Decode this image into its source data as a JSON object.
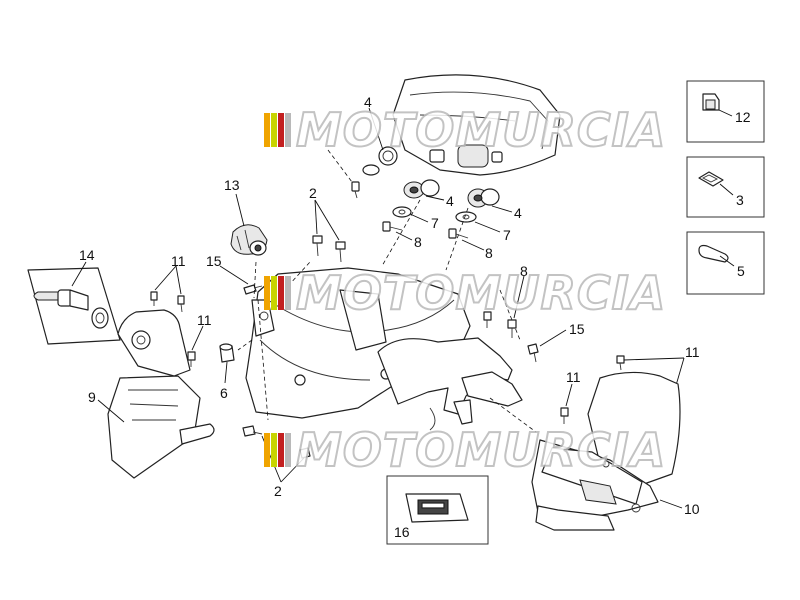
{
  "watermark": {
    "text": "MOTOMURCIA",
    "colors": [
      "#f0a400",
      "#c8d400",
      "#c21f1f",
      "#b9b9b9"
    ]
  },
  "callouts": {
    "n1": "4",
    "n2": "4",
    "n3": "4",
    "n4": "7",
    "n5": "7",
    "n6": "8",
    "n7": "8",
    "n8": "2",
    "n9": "13",
    "n10": "15",
    "n11": "14",
    "n12": "11",
    "n13": "11",
    "n14": "9",
    "n15": "6",
    "n16": "8",
    "n17": "15",
    "n18": "11",
    "n19": "11",
    "n20": "10",
    "n21": "2",
    "n22": "16",
    "n23": "12",
    "n24": "3",
    "n25": "5"
  }
}
